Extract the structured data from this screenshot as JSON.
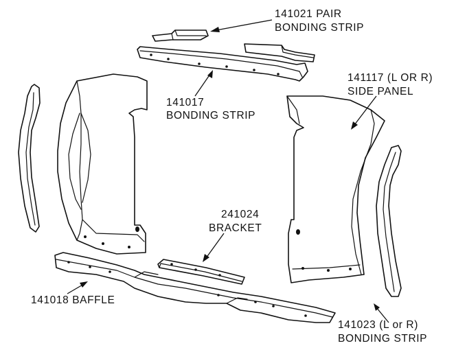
{
  "callouts": {
    "pair_bonding_strip": {
      "line1": "141021  PAIR",
      "line2": "BONDING STRIP"
    },
    "top_bonding_strip": {
      "line1": "141017",
      "line2": "BONDING STRIP"
    },
    "side_panel": {
      "line1": "141117 (L OR R)",
      "line2": "SIDE PANEL"
    },
    "bracket": {
      "line1": "241024",
      "line2": "BRACKET"
    },
    "baffle": {
      "line1": "141018  BAFFLE"
    },
    "side_bonding_strip": {
      "line1": "141023  (L or R)",
      "line2": "BONDING STRIP"
    }
  },
  "colors": {
    "ink": "#111111",
    "paper": "#ffffff"
  }
}
